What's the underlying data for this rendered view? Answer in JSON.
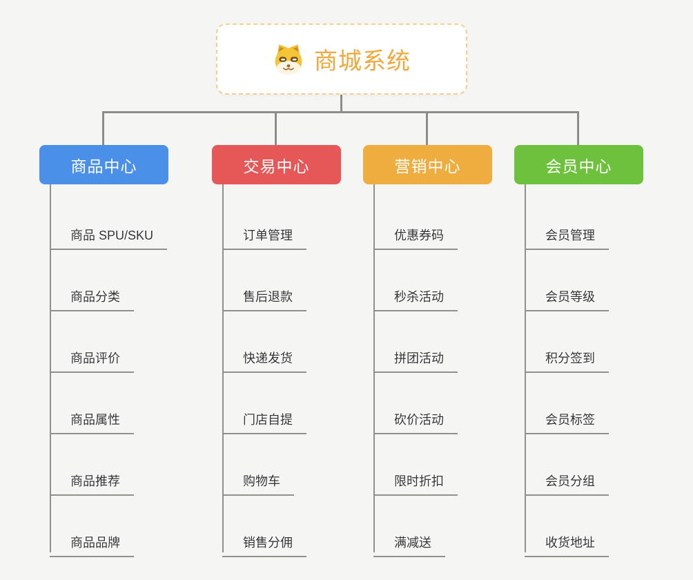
{
  "root": {
    "title": "商城系统",
    "icon": "doge-face-icon",
    "accent_color": "#F1A83C",
    "border_color": "#F8CE8C"
  },
  "connector_color": "#8C8C8C",
  "branches": [
    {
      "label": "商品中心",
      "color": "#4A90E8",
      "items": [
        "商品 SPU/SKU",
        "商品分类",
        "商品评价",
        "商品属性",
        "商品推荐",
        "商品品牌"
      ]
    },
    {
      "label": "交易中心",
      "color": "#E65757",
      "items": [
        "订单管理",
        "售后退款",
        "快递发货",
        "门店自提",
        "购物车",
        "销售分佣"
      ]
    },
    {
      "label": "营销中心",
      "color": "#EFAD3F",
      "items": [
        "优惠券码",
        "秒杀活动",
        "拼团活动",
        "砍价活动",
        "限时折扣",
        "满减送"
      ]
    },
    {
      "label": "会员中心",
      "color": "#6EC13C",
      "items": [
        "会员管理",
        "会员等级",
        "积分签到",
        "会员标签",
        "会员分组",
        "收货地址"
      ]
    }
  ]
}
